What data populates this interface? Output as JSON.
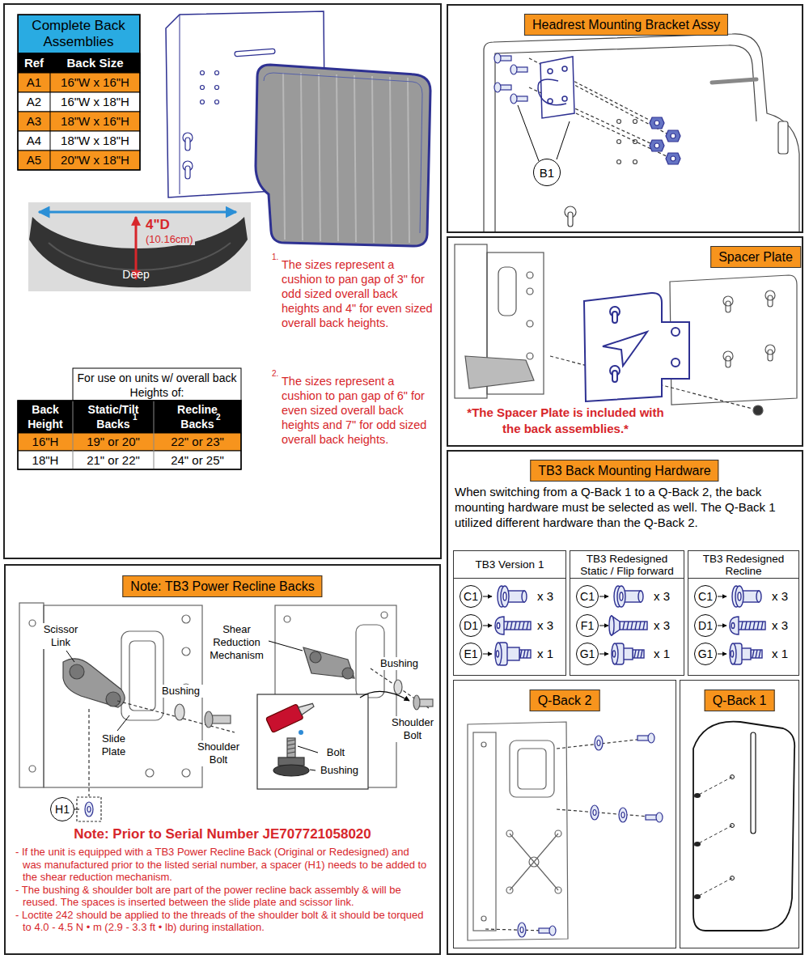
{
  "diagram": {
    "nodes": [
      {
        "text": [
          "Complete Back Assemblies"
        ]
      },
      {
        "text": [
          "Headrest Mounting Bracket Assy"
        ]
      },
      {
        "text": [
          "B1"
        ],
        "in": 1
      },
      {
        "text": [
          "Spacer Plate",
          "*The Spacer Plate is included with the back assemblies.*"
        ]
      },
      {
        "text": [
          "Note: TB3 Power Recline Backs",
          "Note: Prior to Serial Number JE707721058020",
          "- If the unit is equipped with a TB3 Power Recline Back (Original or Redesigned) and was manufactured prior to the listed serial number, a spacer (H1) needs to be added to the shear reduction mechanism.",
          "- The bushing & shoulder bolt are part of the power recline back assembly & will be reused. The spaces is inserted between the slide plate and scissor link.",
          "- Loctite 242 should be applied to the threads of the shoulder bolt & it should be torqued to 4.0 - 4.5 N • m (2.9 - 3.3 ft • lb) during installation."
        ]
      },
      {
        "text": [
          "H1"
        ],
        "in": 4
      },
      {
        "text": [
          "TB3 Back Mounting Hardware",
          "When switching from a Q-Back 1 to a Q-Back 2, the back mounting hardware must be selected as well. The Q-Back 1 utilized different hardware than the Q-Back 2."
        ]
      },
      {
        "text": [
          "TB3 Version 1"
        ],
        "in": 6
      },
      {
        "text": [
          "C1"
        ],
        "in": 7
      },
      {
        "text": [
          "D1"
        ],
        "in": 7
      },
      {
        "text": [
          "E1"
        ],
        "in": 7
      },
      {
        "text": [
          "TB3 Redesigned Static / Flip forward"
        ],
        "in": 6
      },
      {
        "text": [
          "C1"
        ],
        "in": 11
      },
      {
        "text": [
          "F1"
        ],
        "in": 11
      },
      {
        "text": [
          "G1"
        ],
        "in": 11
      },
      {
        "text": [
          "TB3 Redesigned Recline"
        ],
        "in": 6
      },
      {
        "text": [
          "C1"
        ],
        "in": 15
      },
      {
        "text": [
          "D1"
        ],
        "in": 15
      },
      {
        "text": [
          "G1"
        ],
        "in": 15
      },
      {
        "text": [
          "Q-Back 2"
        ],
        "in": 6
      },
      {
        "text": [
          "Q-Back 1"
        ],
        "in": 6
      }
    ],
    "labels": [
      "Ref",
      "Back Size",
      "A1",
      "16\"W x 16\"H",
      "A2",
      "16\"W x 18\"H",
      "A3",
      "18\"W x 16\"H",
      "A4",
      "18\"W x 18\"H",
      "A5",
      "20\"W x 18\"H",
      "4\"D",
      "(10.16cm)",
      "Deep",
      "For use on units w/ overall back Heights of:",
      "Back Height",
      "Static/Tilt Backs",
      "1",
      "Recline Backs",
      "2",
      "16\"H",
      "19\" or 20\"",
      "22\" or 23\"",
      "18\"H",
      "21\" or 22\"",
      "24\" or 25\"",
      "1.",
      "The sizes represent a cushion to pan gap of 3\" for odd sized overall back heights and 4\" for even sized overall back heights.",
      "2.",
      "The sizes represent a cushion to pan gap of 6\" for even sized overall back heights and 7\" for odd sized overall back heights.",
      "Scissor Link",
      "Slide Plate",
      "Bushing",
      "Shoulder Bolt",
      "Shear Reduction Mechanism",
      "Bushing",
      "Shoulder Bolt",
      "Bolt",
      "Bushing",
      "x 3",
      "x 3",
      "x 1",
      "x 3",
      "x 3",
      "x 1",
      "x 3",
      "x 3",
      "x 1"
    ]
  }
}
